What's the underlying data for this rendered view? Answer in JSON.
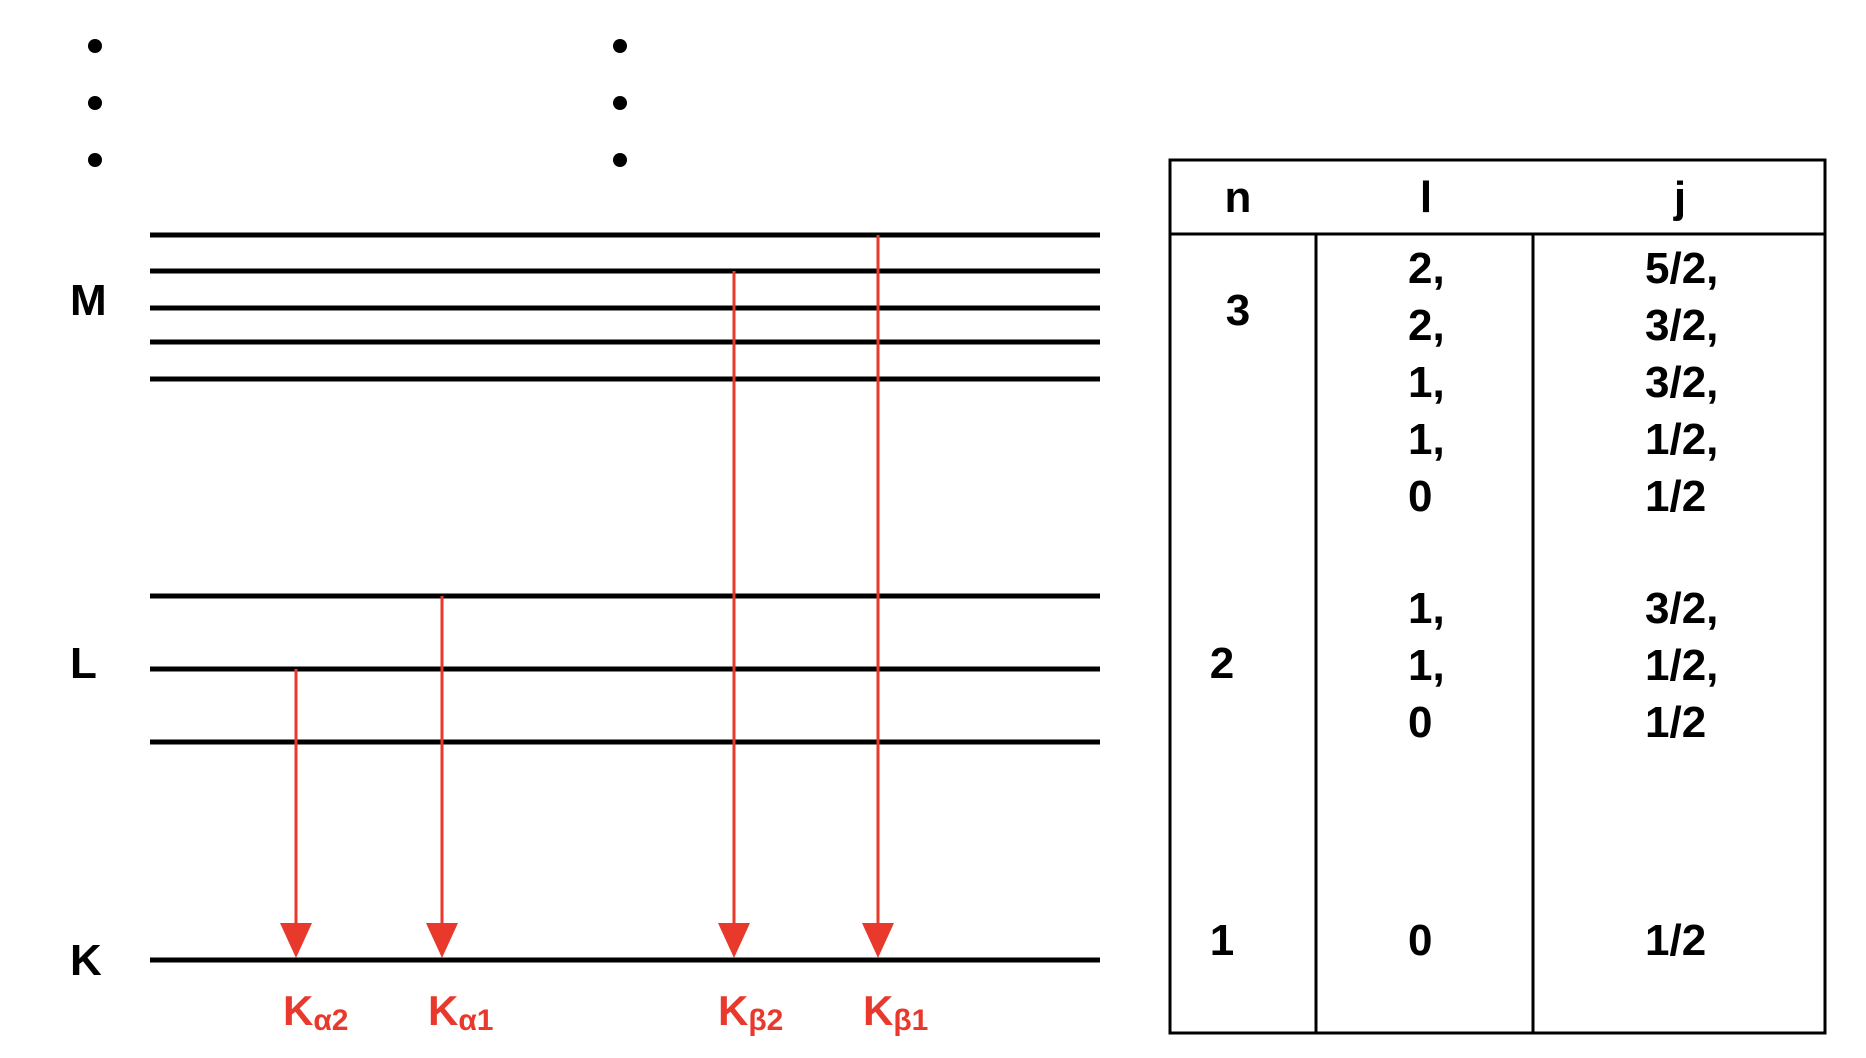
{
  "diagram": {
    "shells": [
      {
        "name": "K",
        "sublevels": 1
      },
      {
        "name": "L",
        "sublevels": 3
      },
      {
        "name": "M",
        "sublevels": 5
      }
    ],
    "transitions": [
      {
        "letter": "K",
        "subscript": "α2",
        "from_shell": "L",
        "from_sublevel": 2
      },
      {
        "letter": "K",
        "subscript": "α1",
        "from_shell": "L",
        "from_sublevel": 1
      },
      {
        "letter": "K",
        "subscript": "β2",
        "from_shell": "M",
        "from_sublevel": 2
      },
      {
        "letter": "K",
        "subscript": "β1",
        "from_shell": "M",
        "from_sublevel": 1
      }
    ],
    "colors": {
      "levels": "#000000",
      "transitions": "#e8392c"
    }
  },
  "table": {
    "headers": [
      "n",
      "l",
      "j"
    ],
    "groups": [
      {
        "n": "3",
        "l": [
          "2,",
          "2,",
          "1,",
          "1,",
          "0"
        ],
        "j": [
          "5/2,",
          "3/2,",
          "3/2,",
          "1/2,",
          "1/2"
        ]
      },
      {
        "n": "2",
        "l": [
          "1,",
          "1,",
          "0"
        ],
        "j": [
          "3/2,",
          "1/2,",
          "1/2"
        ]
      },
      {
        "n": "1",
        "l": [
          "0"
        ],
        "j": [
          "1/2"
        ]
      }
    ]
  }
}
